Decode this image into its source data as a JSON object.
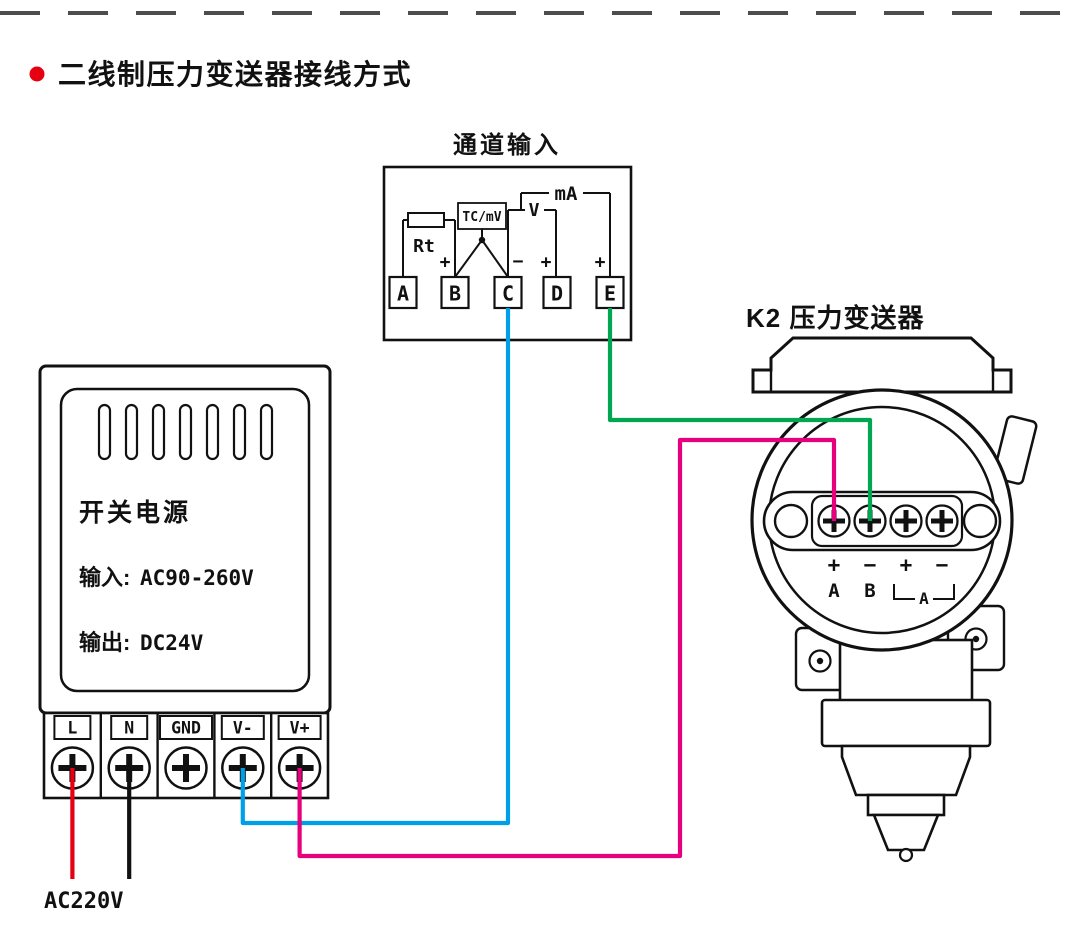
{
  "header": {
    "title": "二线制压力变送器接线方式",
    "bullet_color": "#e60012"
  },
  "channel_input": {
    "title": "通道输入",
    "component_labels": {
      "rt": "Rt",
      "tc_mv": "TC/mV",
      "v": "V",
      "ma": "mA"
    },
    "polarity": {
      "b": "+",
      "c": "−",
      "d": "+",
      "e": "+"
    },
    "terminals": [
      "A",
      "B",
      "C",
      "D",
      "E"
    ]
  },
  "power_supply": {
    "name": "开关电源",
    "input_label": "输入:",
    "input_value": "AC90-260V",
    "output_label": "输出:",
    "output_value": "DC24V",
    "terminals": [
      "L",
      "N",
      "GND",
      "V-",
      "V+"
    ]
  },
  "transmitter": {
    "title": "K2 压力变送器",
    "terminal_polarity": [
      "+",
      "−",
      "+",
      "−"
    ],
    "terminal_letters": [
      "A",
      "B"
    ],
    "group_label": "A"
  },
  "wires": {
    "ac_supply_label": "AC220V",
    "colors": {
      "live": "#e60012",
      "neutral": "#111111",
      "signal_minus": "#00a0e9",
      "current_loop": "#00a651",
      "signal_plus": "#e6007e"
    }
  }
}
